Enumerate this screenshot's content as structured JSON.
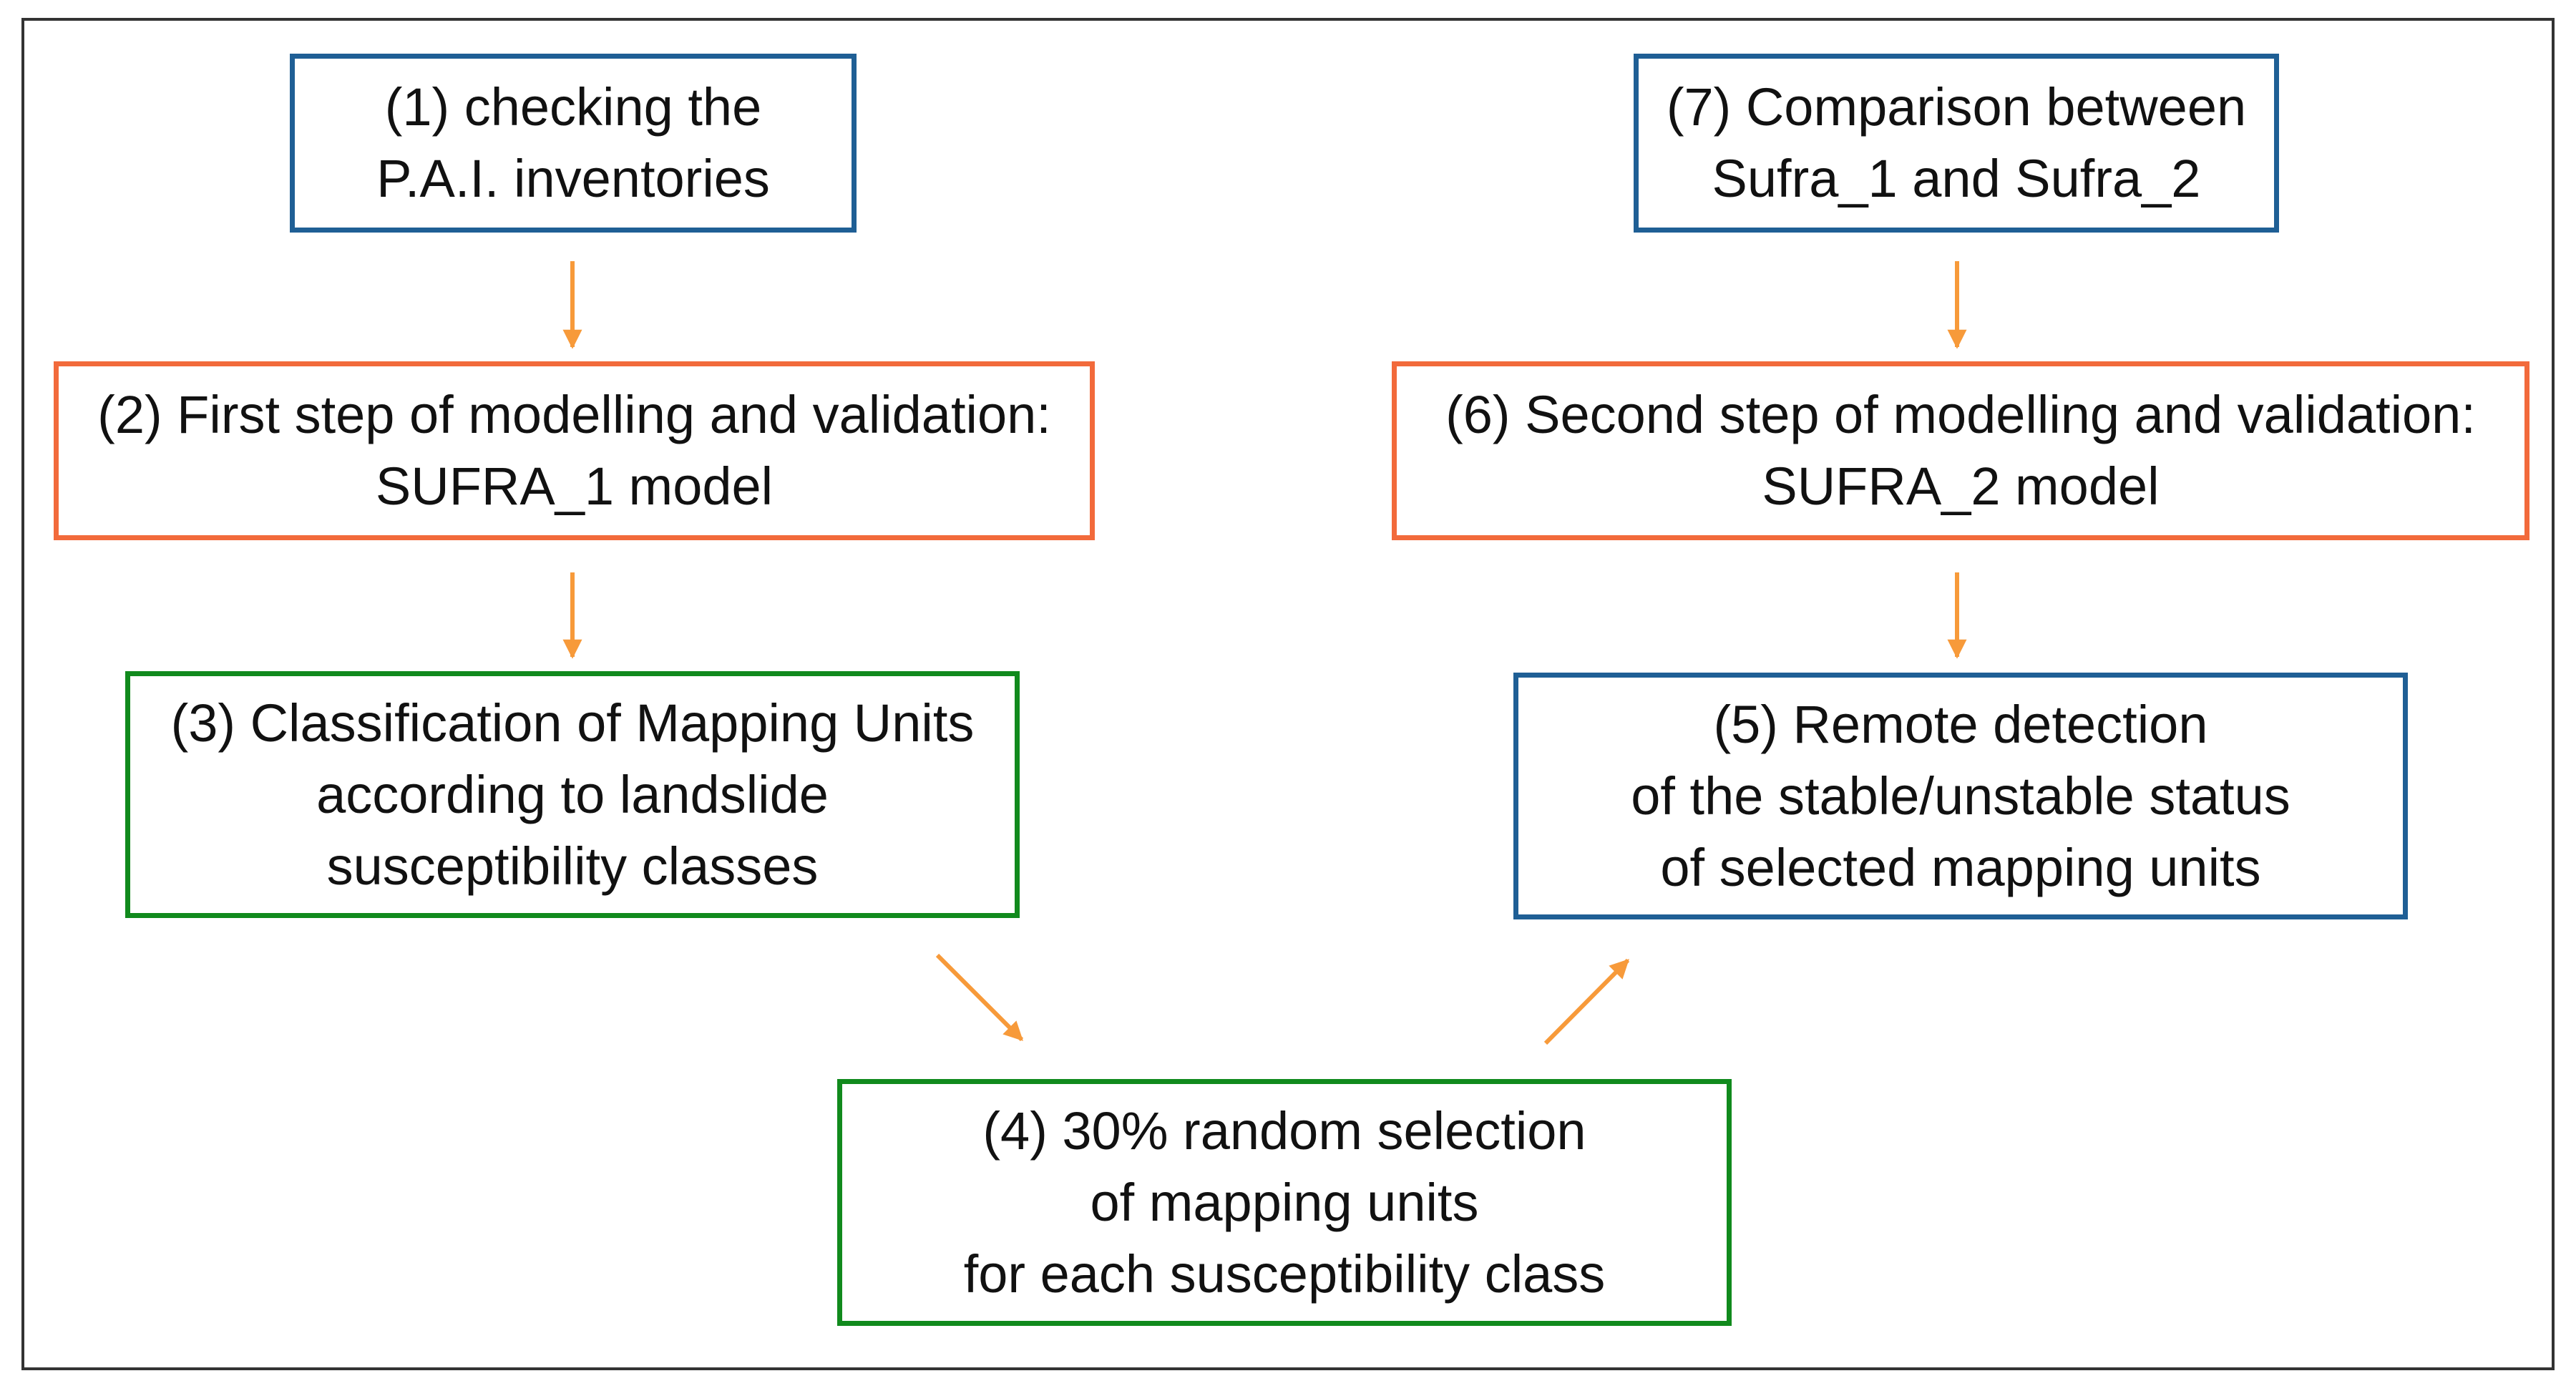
{
  "colors": {
    "blue_border": "#1f5f95",
    "orange_border": "#f26a3b",
    "green_border": "#118a1d",
    "arrow": "#f79a3a",
    "frame": "#333333"
  },
  "steps": [
    {
      "id": 1,
      "text": "(1) checking the\nP.A.I. inventories",
      "border": "blue"
    },
    {
      "id": 2,
      "text": "(2) First step of modelling and validation:\nSUFRA_1 model",
      "border": "orange"
    },
    {
      "id": 3,
      "text": "(3) Classification of Mapping Units\naccording to landslide\nsusceptibility classes",
      "border": "green"
    },
    {
      "id": 4,
      "text": "(4) 30% random selection\nof mapping units\nfor each susceptibility class",
      "border": "green"
    },
    {
      "id": 5,
      "text": "(5) Remote detection\nof the stable/unstable status\nof selected mapping units",
      "border": "blue"
    },
    {
      "id": 6,
      "text": "(6) Second step of modelling and validation:\nSUFRA_2 model",
      "border": "orange"
    },
    {
      "id": 7,
      "text": "(7) Comparison between\nSufra_1 and Sufra_2",
      "border": "blue"
    }
  ],
  "connections": [
    {
      "from": 1,
      "to": 2
    },
    {
      "from": 2,
      "to": 3
    },
    {
      "from": 3,
      "to": 4
    },
    {
      "from": 4,
      "to": 5
    },
    {
      "from": 6,
      "to": 5
    },
    {
      "from": 7,
      "to": 6
    }
  ]
}
